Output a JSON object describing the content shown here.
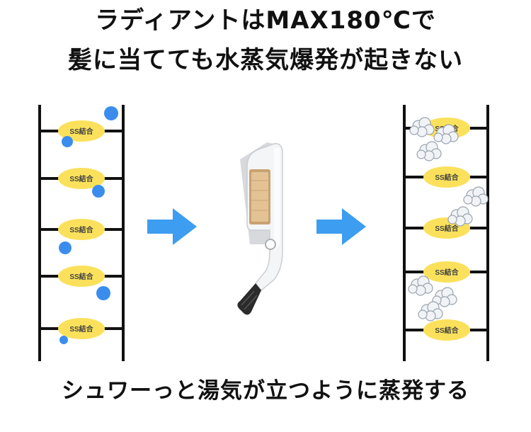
{
  "title": {
    "line1": "ラディアントはMAX180℃で",
    "line2": "髪に当てても水蒸気爆発が起きない"
  },
  "caption": "シュワーっと湯気が立つように蒸発する",
  "bond_label": "SS結合",
  "colors": {
    "ladder": "#111111",
    "bond_fill": "#fbe15b",
    "water_drop": "#3b8ded",
    "arrow": "#3d9df0",
    "steam_fill": "#f1f3f6",
    "steam_stroke": "#9aa4ae"
  },
  "icons": {
    "left_arrow": "right-arrow-icon",
    "right_arrow": "right-arrow-icon",
    "iron": "hair-iron-icon",
    "drop": "water-drop-icon",
    "steam": "steam-cloud-icon"
  }
}
